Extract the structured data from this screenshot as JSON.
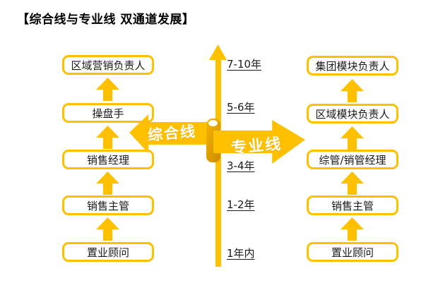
{
  "title": "【综合线与专业线  双通道发展】",
  "colors": {
    "accent": "#FFC000",
    "accent_dark": "#C98C00",
    "text": "#1A1A1A",
    "arrow_label": "#FFFFFF",
    "background": "#FFFFFF"
  },
  "left_track": {
    "arrow_label": "综合线",
    "levels": [
      "区域营销负责人",
      "操盘手",
      "销售经理",
      "销售主管",
      "置业顾问"
    ]
  },
  "right_track": {
    "arrow_label": "专业线",
    "levels": [
      "集团模块负责人",
      "区域模块负责人",
      "综管/销管经理",
      "销售主管",
      "置业顾问"
    ]
  },
  "timeline": {
    "tenure_labels": [
      "7-10年",
      "5-6年",
      "3-4年",
      "1-2年",
      "1年内"
    ]
  }
}
